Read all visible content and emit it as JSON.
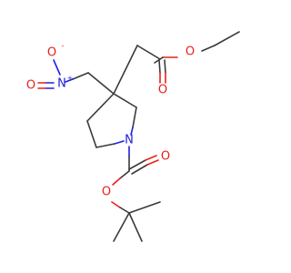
{
  "molecule": {
    "colors": {
      "carbon_bond": "#3a3a3a",
      "oxygen": "#e8201a",
      "nitrogen": "#2020e0"
    },
    "atoms": {
      "ester_oxygen_single": "O",
      "ester_oxygen_double": "O",
      "nitro_oxygen_minus": "O",
      "nitro_nitrogen": "N",
      "nitro_oxygen_double": "O",
      "ring_nitrogen": "N",
      "carbamate_oxygen_double": "O",
      "carbamate_oxygen_single": "O",
      "nitro_plus_charge": "+",
      "nitro_minus_charge": "-"
    }
  }
}
